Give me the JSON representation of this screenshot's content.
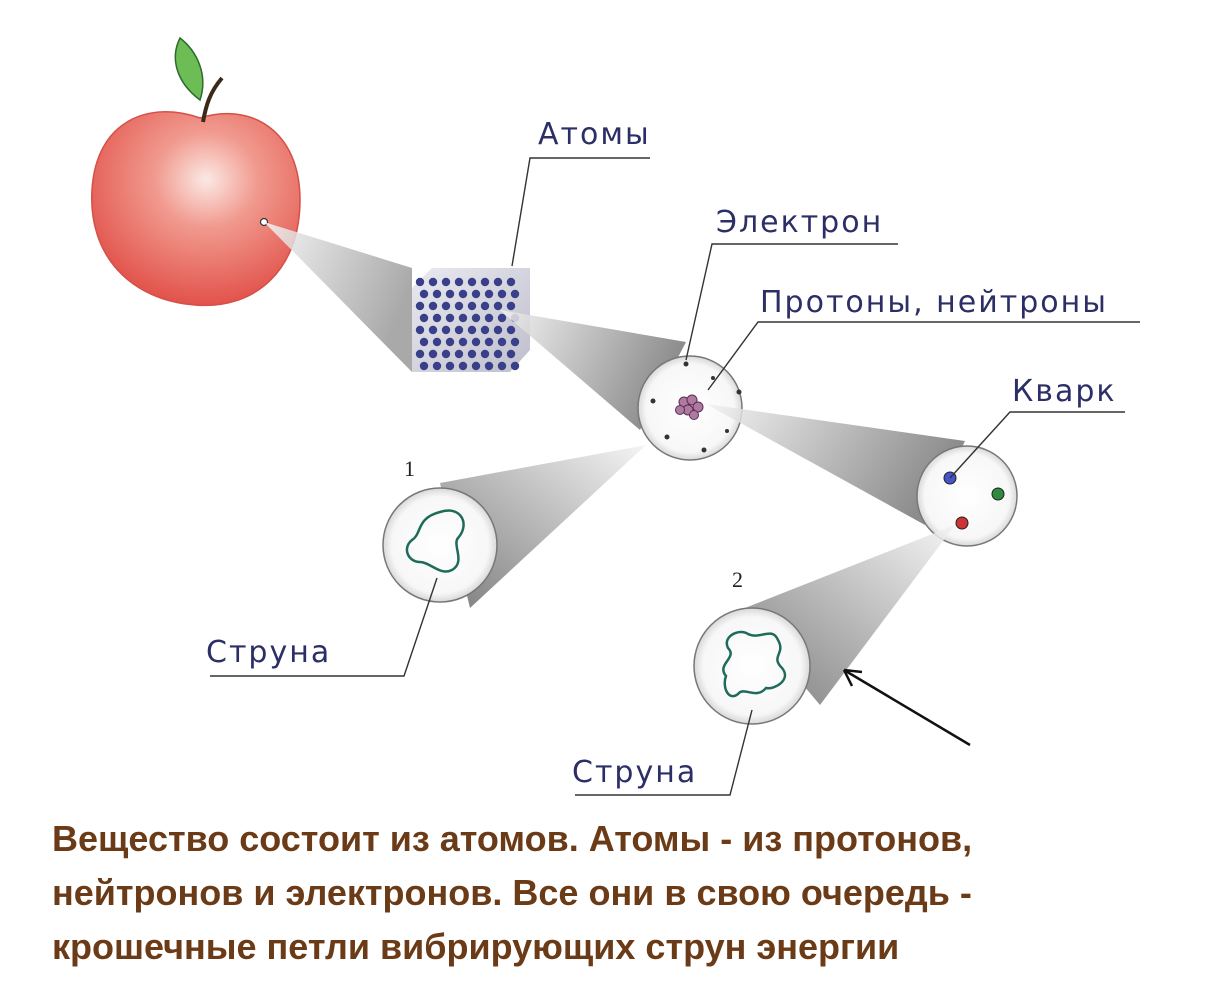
{
  "labels": {
    "atoms": "Атомы",
    "electron": "Электрон",
    "protons_neutrons": "Протоны, нейтроны",
    "quark": "Кварк",
    "string_1": "Струна",
    "string_2": "Струна",
    "marker_1": "1",
    "marker_2": "2"
  },
  "caption": {
    "line1": "Вещество состоит из атомов. Атомы - из протонов,",
    "line2": "нейтронов и электронов. Все они в свою очередь -",
    "line3": "крошечные петли вибрирующих струн энергии"
  },
  "colors": {
    "apple": "#e8534c",
    "leaf": "#5fb04f",
    "atom_dot": "#3a3f8a",
    "caption": "#6b3a16",
    "string": "#1f6b5a",
    "quark_blue": "#4455cc",
    "quark_green": "#2e8b3e",
    "quark_red": "#cc3333"
  }
}
